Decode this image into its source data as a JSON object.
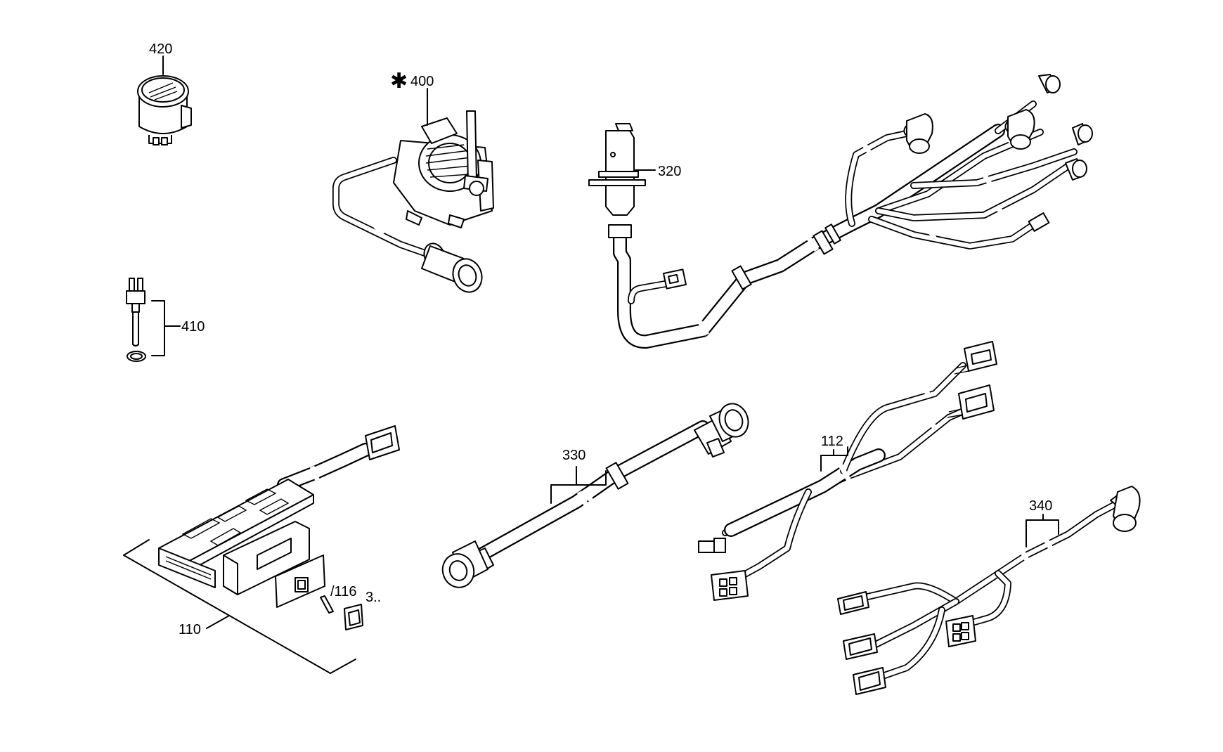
{
  "callouts": {
    "p420": "420",
    "p400": "400",
    "p400_marker": "✱",
    "p410": "410",
    "p320": "320",
    "p330": "330",
    "p112": "112",
    "p340": "340",
    "p110": "110",
    "p116": "/116",
    "p3x": "3.."
  }
}
